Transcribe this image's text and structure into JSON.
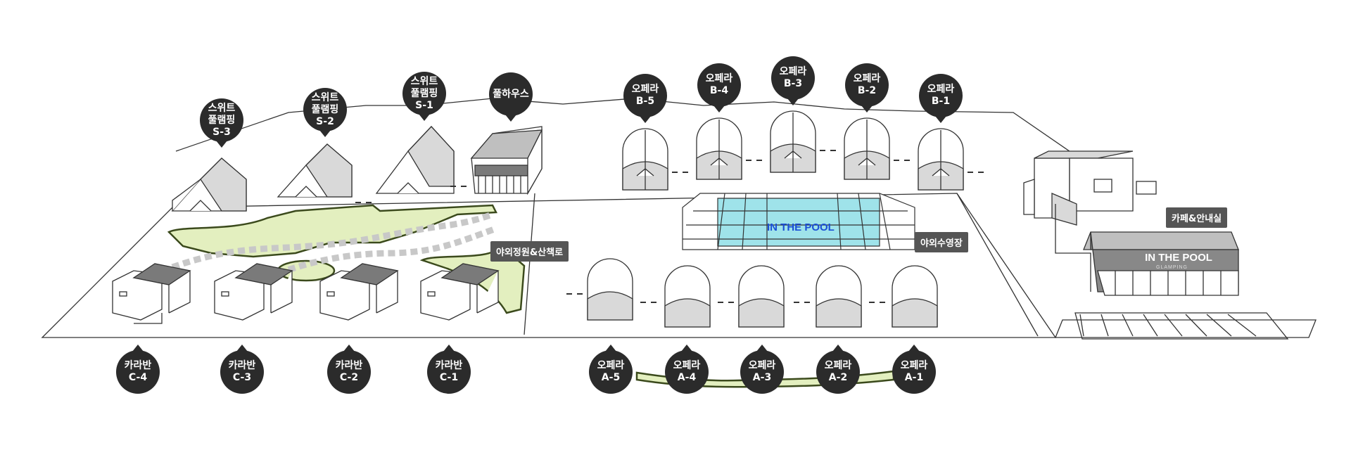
{
  "map": {
    "pins": {
      "s3": {
        "l1": "스위트",
        "l2": "풀램핑",
        "l3": "S-3"
      },
      "s2": {
        "l1": "스위트",
        "l2": "풀램핑",
        "l3": "S-2"
      },
      "s1": {
        "l1": "스위트",
        "l2": "풀램핑",
        "l3": "S-1"
      },
      "poolhouse": {
        "l1": "풀하우스"
      },
      "b5": {
        "l1": "오페라",
        "l2": "B-5"
      },
      "b4": {
        "l1": "오페라",
        "l2": "B-4"
      },
      "b3": {
        "l1": "오페라",
        "l2": "B-3"
      },
      "b2": {
        "l1": "오페라",
        "l2": "B-2"
      },
      "b1": {
        "l1": "오페라",
        "l2": "B-1"
      },
      "c4": {
        "l1": "카라반",
        "l2": "C-4"
      },
      "c3": {
        "l1": "카라반",
        "l2": "C-3"
      },
      "c2": {
        "l1": "카라반",
        "l2": "C-2"
      },
      "c1": {
        "l1": "카라반",
        "l2": "C-1"
      },
      "a5": {
        "l1": "오페라",
        "l2": "A-5"
      },
      "a4": {
        "l1": "오페라",
        "l2": "A-4"
      },
      "a3": {
        "l1": "오페라",
        "l2": "A-3"
      },
      "a2": {
        "l1": "오페라",
        "l2": "A-2"
      },
      "a1": {
        "l1": "오페라",
        "l2": "A-1"
      }
    },
    "labels": {
      "garden": "야외정원&산책로",
      "outdoor_pool": "야외수영장",
      "cafe": "카페&안내실",
      "pool_name": "IN THE POOL",
      "cafe_sign": "IN THE POOL",
      "cafe_sign_sub": "GLAMPING"
    },
    "colors": {
      "pin": "#2b2b2b",
      "garden": "#e3efbf",
      "pool_water": "#9fe3ea",
      "pool_text": "#1b4fd6",
      "tag": "#555555"
    }
  }
}
